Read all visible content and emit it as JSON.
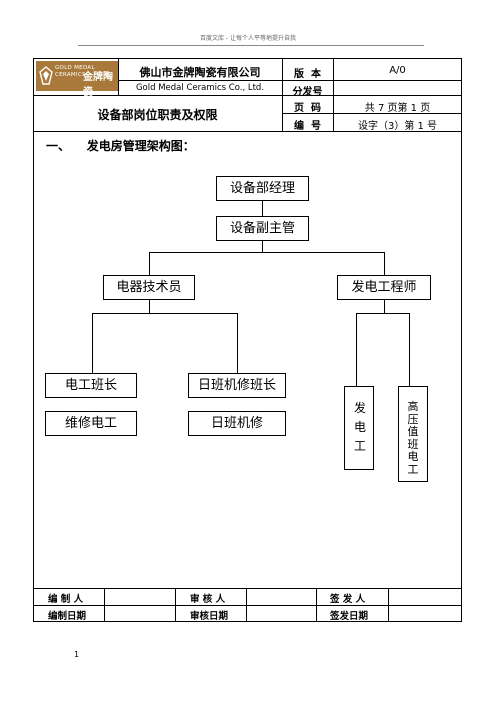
{
  "running_header": "百度文库 - 让每个人平等地提升自我",
  "company": {
    "name_cn": "佛山市金牌陶瓷有限公司",
    "name_en": "Gold Medal Ceramics Co., Ltd.",
    "logo_cn": "金牌陶瓷",
    "logo_en_1": "GOLD MEDAL",
    "logo_en_2": "CERAMICS"
  },
  "doc_title": "设备部岗位职责及权限",
  "meta": {
    "version_label": "版  本",
    "version_value": "A/0",
    "issue_label": "分发号",
    "issue_value": "",
    "page_label": "页  码",
    "page_value": "共 7 页第  1 页",
    "code_label": "编  号",
    "code_value": "设字（3）第 1 号"
  },
  "section_heading": "一、    发电房管理架构图：",
  "org": {
    "manager": "设备部经理",
    "deputy": "设备副主管",
    "electrical_tech": "电器技术员",
    "power_engineer": "发电工程师",
    "electrician_lead": "电工班长",
    "day_repair_lead": "日班机修班长",
    "maintenance_electrician": "维修电工",
    "day_repair": "日班机修",
    "generator_worker": "发电工",
    "hv_duty_electrician": "高压值班电工"
  },
  "footer_table": {
    "prepared_by": "编 制 人",
    "reviewed_by": "审 核 人",
    "issued_by": "签 发 人",
    "prepared_date": "编制日期",
    "reviewed_date": "审核日期",
    "issued_date": "签发日期"
  },
  "page_number": "1"
}
